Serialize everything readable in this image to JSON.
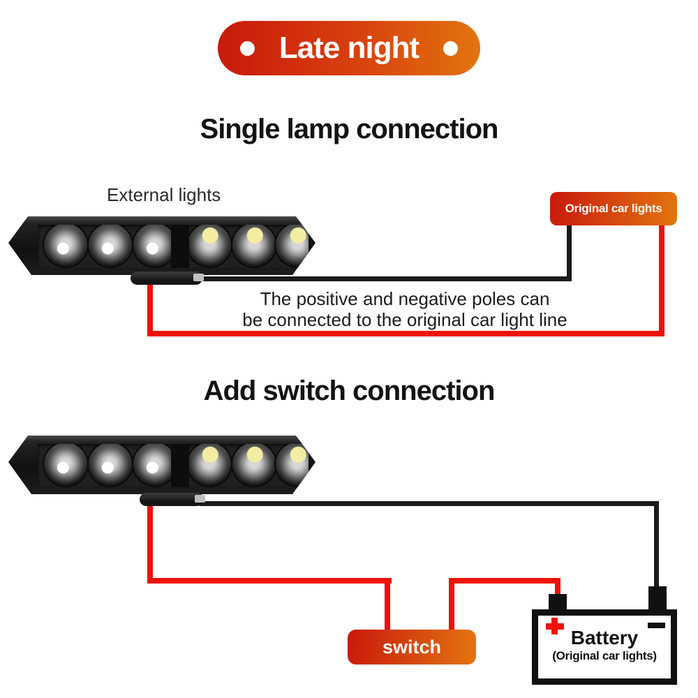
{
  "top_badge": {
    "label": "Late night"
  },
  "single_lamp": {
    "heading": "Single lamp connection",
    "external_lights_label": "External lights",
    "original_car_lights_badge": "Original car lights",
    "note_line1": "The positive and negative poles can",
    "note_line2": "be connected to the original car light line"
  },
  "add_switch": {
    "heading": "Add switch connection",
    "switch_badge": "switch",
    "battery": {
      "name": "Battery",
      "subtitle": "(Original car lights)",
      "plus_symbol": "+",
      "minus_symbol": "−"
    }
  },
  "colors": {
    "badge_gradient_start": "#c9190c",
    "badge_gradient_end": "#e2750f",
    "wire_red": "#ee1109",
    "wire_black": "#1a1a1a",
    "heading_text": "#131313",
    "badge_text": "#ffffff"
  }
}
